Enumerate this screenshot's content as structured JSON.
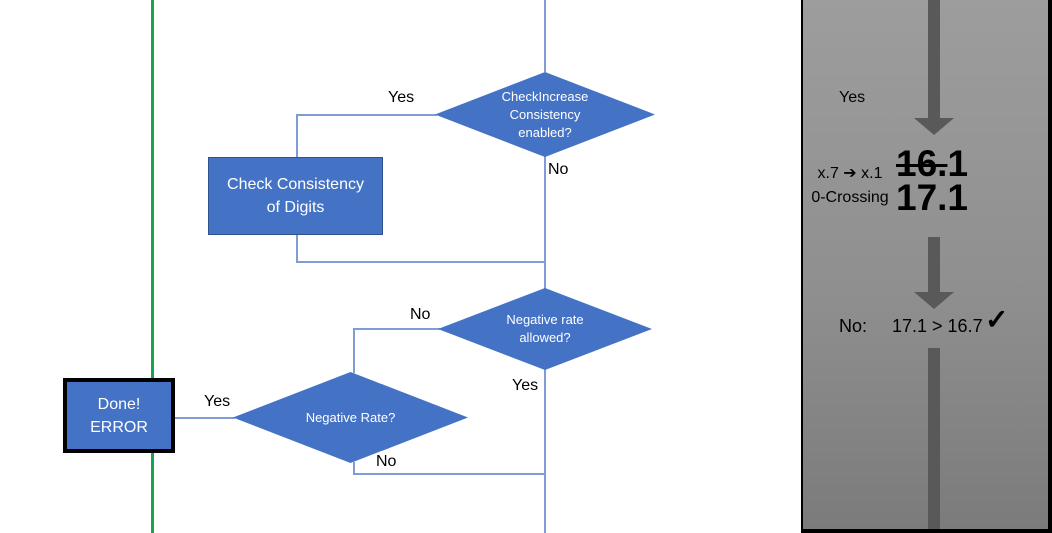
{
  "colors": {
    "shape_blue": "#4472C4",
    "shape_border_blue": "#2F528F",
    "connector_blue": "#7F9CD5",
    "green_line": "#1CA24C",
    "arrow_gray": "#595959",
    "panel_gradient_top": "#9D9D9D",
    "panel_gradient_bottom": "#7B7B7B"
  },
  "flowchart": {
    "diamond_check_increase": {
      "lines": [
        "CheckIncrease",
        "Consistency",
        "enabled?"
      ]
    },
    "rect_check_consistency": {
      "lines": [
        "Check Consistency",
        "of Digits"
      ]
    },
    "diamond_negative_allowed": {
      "lines": [
        "Negative rate",
        "allowed?"
      ]
    },
    "diamond_negative_rate": {
      "lines": [
        "Negative Rate?"
      ]
    },
    "rect_done_error": {
      "lines": [
        "Done!",
        "ERROR"
      ]
    },
    "labels": {
      "yes_check_increase": "Yes",
      "no_check_increase": "No",
      "no_negative_allowed": "No",
      "yes_negative_allowed": "Yes",
      "yes_negative_rate": "Yes",
      "no_negative_rate": "No"
    }
  },
  "panel": {
    "yes_label": "Yes",
    "rule_line1": "x.7 ➔ x.1",
    "rule_line2": "0-Crossing",
    "value_old_struck": "16.",
    "value_old_rest": "1",
    "value_new": "17.1",
    "result_prefix": "No:",
    "result_comparison": "17.1 > 16.7",
    "checkmark_icon": "✓"
  }
}
